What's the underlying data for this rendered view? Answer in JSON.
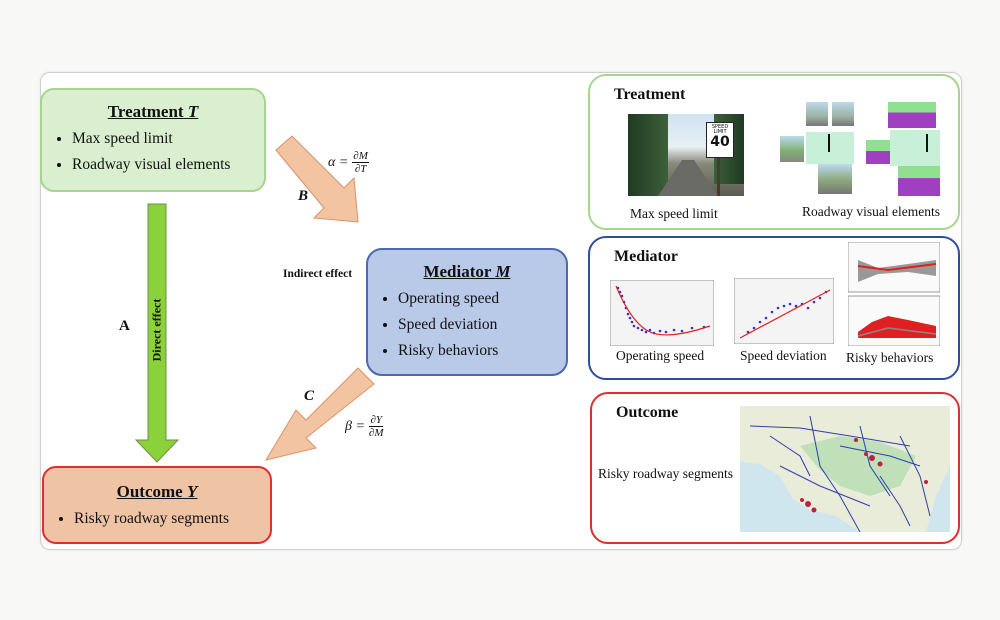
{
  "treatment": {
    "title": "Treatment ",
    "title_var": "T",
    "items": [
      "Max speed limit",
      "Roadway visual elements"
    ]
  },
  "mediator": {
    "title": "Mediator ",
    "title_var": "M",
    "items": [
      "Operating speed",
      "Speed deviation",
      "Risky behaviors"
    ]
  },
  "outcome": {
    "title": "Outcome ",
    "title_var": "Y",
    "items": [
      "Risky roadway segments"
    ]
  },
  "arrows": {
    "direct_label": "Direct effect",
    "direct_letter": "A",
    "b_letter": "B",
    "c_letter": "C",
    "indirect_label": "Indirect effect",
    "alpha_lhs": "α =",
    "alpha_num": "∂M",
    "alpha_den": "∂T",
    "beta_lhs": "β =",
    "beta_num": "∂Y",
    "beta_den": "∂M"
  },
  "panels": {
    "treatment": {
      "title": "Treatment",
      "captions": [
        "Max speed limit",
        "Roadway visual elements"
      ],
      "sign_lines": [
        "SPEED",
        "LIMIT",
        "40"
      ]
    },
    "mediator": {
      "title": "Mediator",
      "captions": [
        "Operating speed",
        "Speed deviation",
        "Risky behaviors"
      ]
    },
    "outcome": {
      "title": "Outcome",
      "captions": [
        "Risky roadway segments"
      ]
    }
  }
}
